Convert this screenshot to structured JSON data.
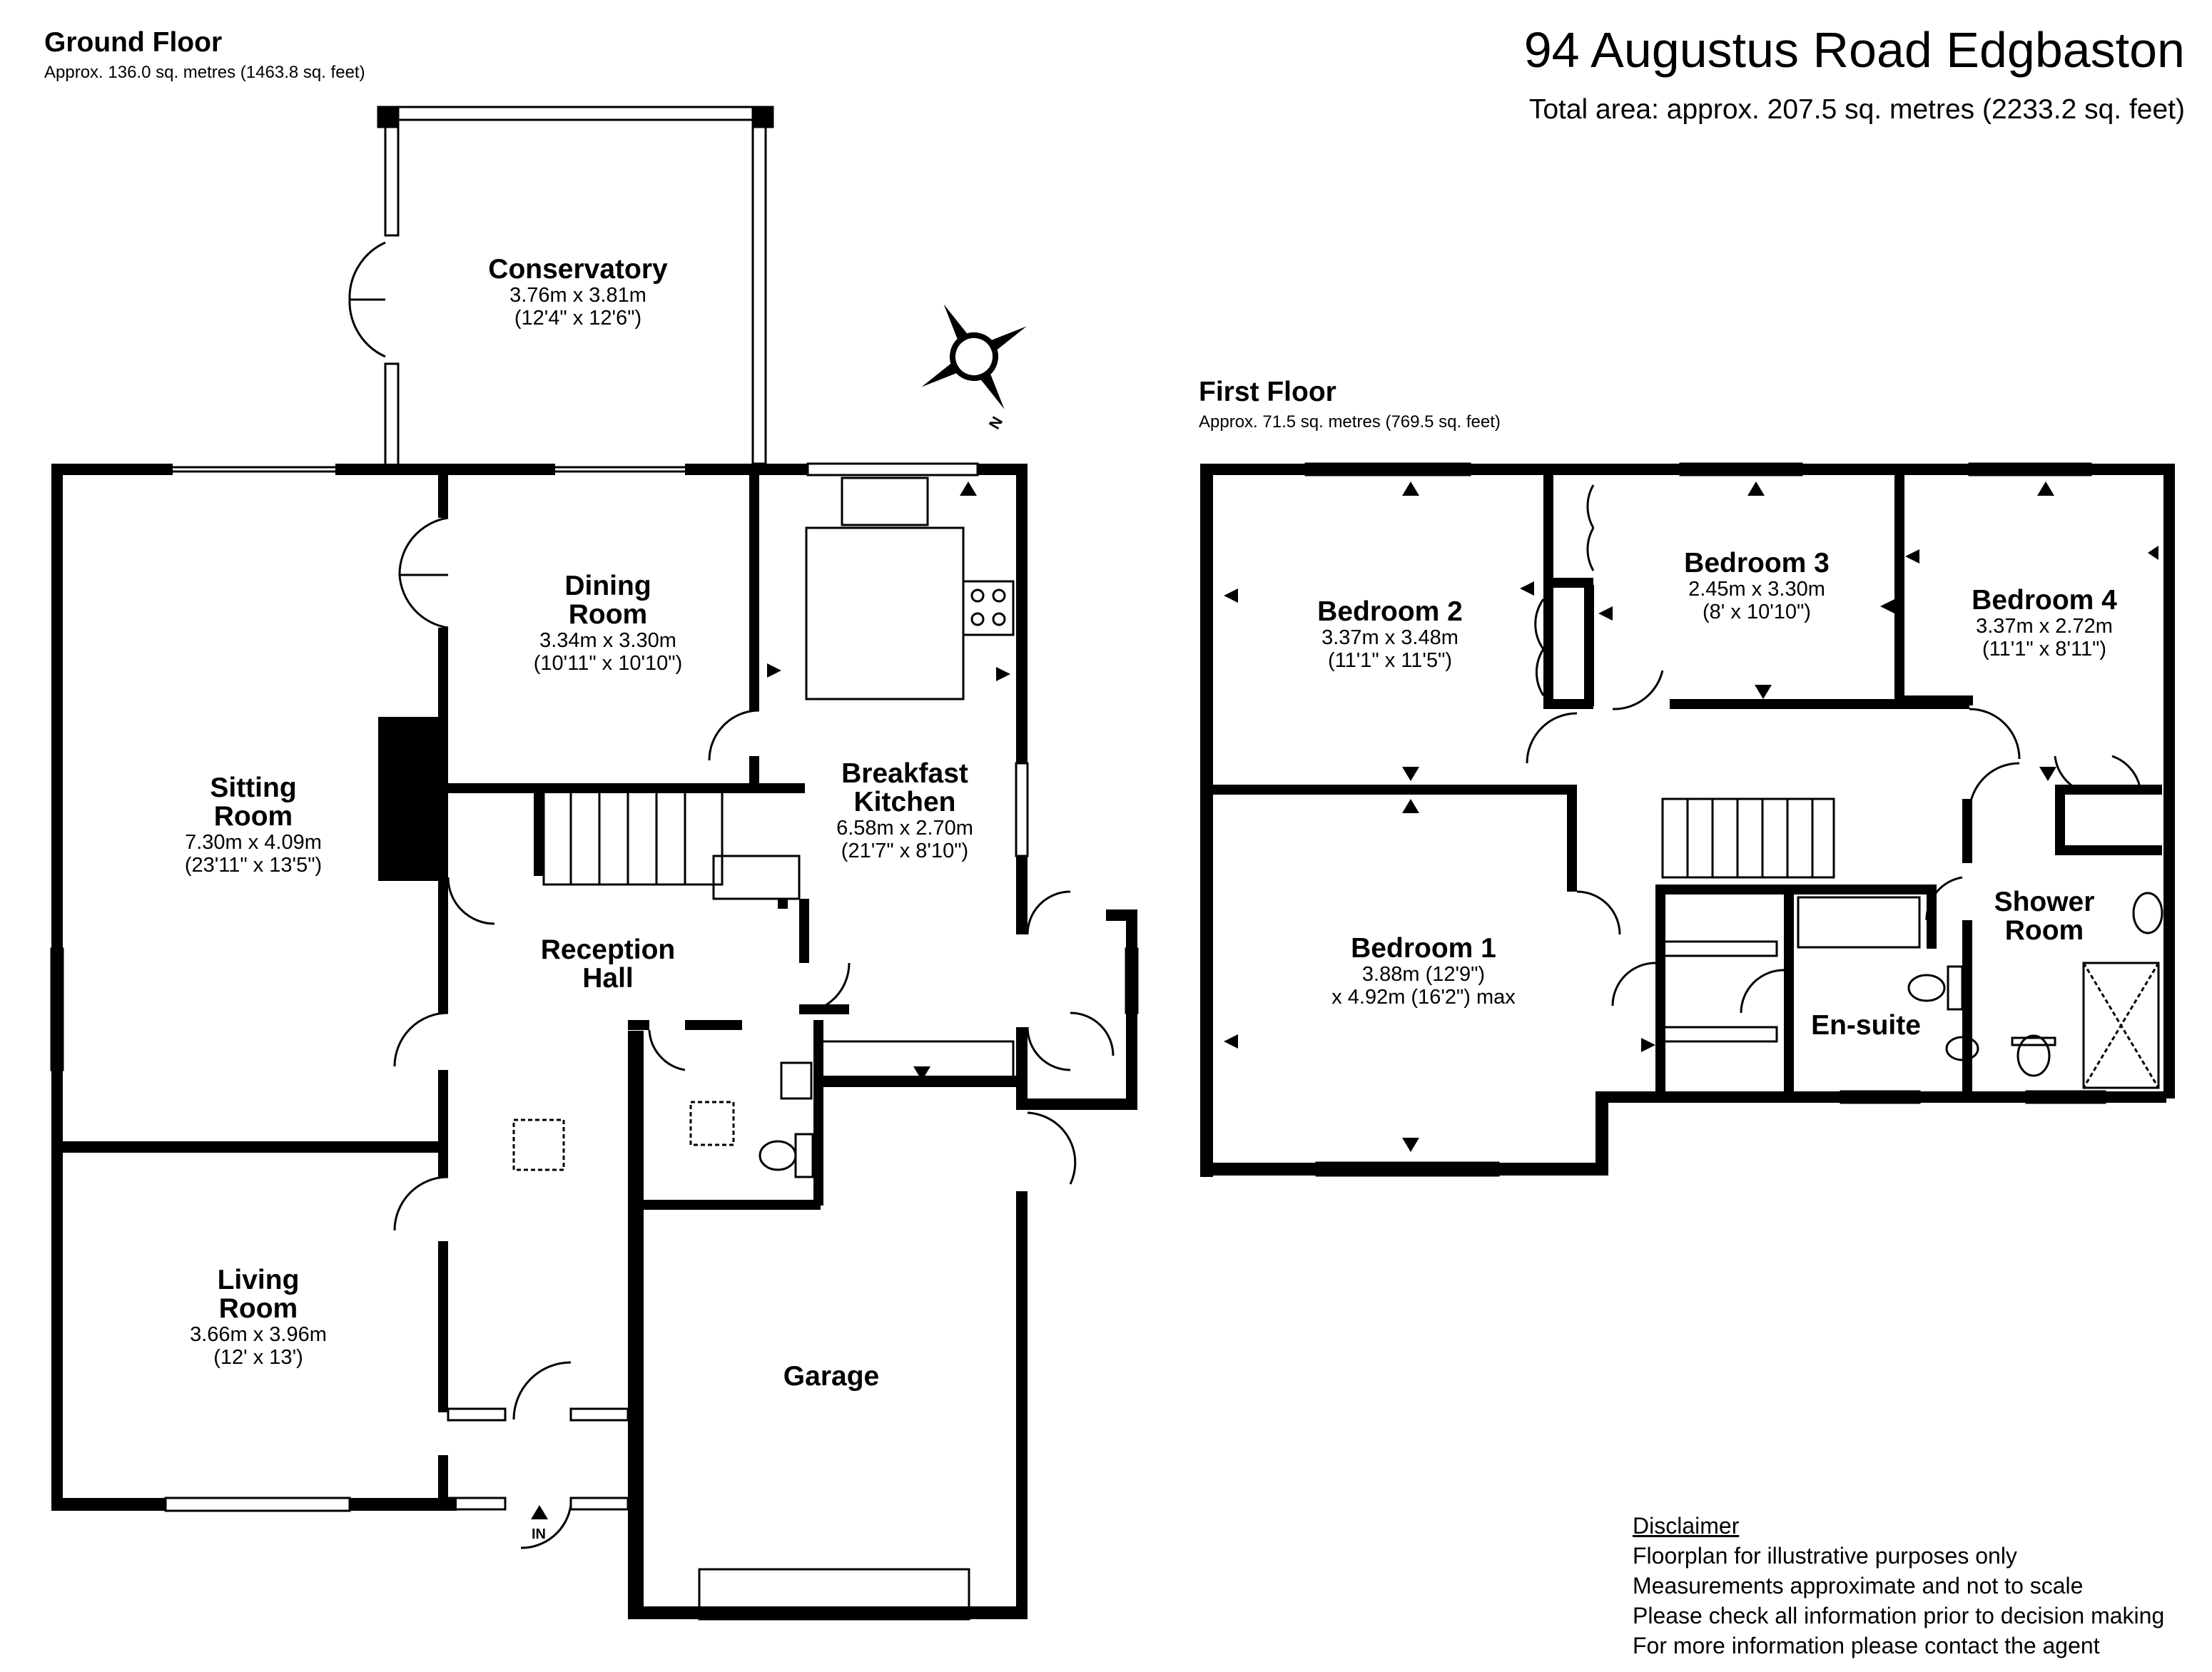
{
  "header": {
    "title": "94 Augustus Road Edgbaston",
    "total_area": "Total area: approx. 207.5 sq. metres (2233.2 sq. feet)"
  },
  "ground_floor": {
    "title": "Ground Floor",
    "area": "Approx. 136.0 sq. metres (1463.8 sq. feet)",
    "rooms": {
      "conservatory": {
        "name": "Conservatory",
        "dim_m": "3.76m x 3.81m",
        "dim_ft": "(12'4\" x 12'6\")"
      },
      "dining": {
        "name1": "Dining",
        "name2": "Room",
        "dim_m": "3.34m x 3.30m",
        "dim_ft": "(10'11\" x 10'10\")"
      },
      "sitting": {
        "name1": "Sitting",
        "name2": "Room",
        "dim_m": "7.30m x 4.09m",
        "dim_ft": "(23'11\" x 13'5\")"
      },
      "kitchen": {
        "name1": "Breakfast",
        "name2": "Kitchen",
        "dim_m": "6.58m x 2.70m",
        "dim_ft": "(21'7\" x 8'10\")"
      },
      "reception": {
        "name1": "Reception",
        "name2": "Hall"
      },
      "living": {
        "name1": "Living",
        "name2": "Room",
        "dim_m": "3.66m x 3.96m",
        "dim_ft": "(12' x 13')"
      },
      "garage": {
        "name": "Garage"
      }
    },
    "entrance_label": "IN"
  },
  "first_floor": {
    "title": "First Floor",
    "area": "Approx. 71.5 sq. metres (769.5 sq. feet)",
    "rooms": {
      "bedroom2": {
        "name": "Bedroom 2",
        "dim_m": "3.37m x 3.48m",
        "dim_ft": "(11'1\" x 11'5\")"
      },
      "bedroom3": {
        "name": "Bedroom 3",
        "dim_m": "2.45m x 3.30m",
        "dim_ft": "(8' x 10'10\")"
      },
      "bedroom4": {
        "name": "Bedroom 4",
        "dim_m": "3.37m x 2.72m",
        "dim_ft": "(11'1\" x 8'11\")"
      },
      "bedroom1": {
        "name": "Bedroom 1",
        "dim_m": "3.88m (12'9\")",
        "dim_ft": "x 4.92m (16'2\") max"
      },
      "shower": {
        "name1": "Shower",
        "name2": "Room"
      },
      "ensuite": {
        "name": "En-suite"
      }
    }
  },
  "compass": {
    "label": "N"
  },
  "disclaimer": {
    "heading": "Disclaimer",
    "lines": [
      "Floorplan for illustrative purposes only",
      "Measurements approximate and not to scale",
      "Please check all information prior to decision making",
      "For more information please contact the agent"
    ]
  }
}
